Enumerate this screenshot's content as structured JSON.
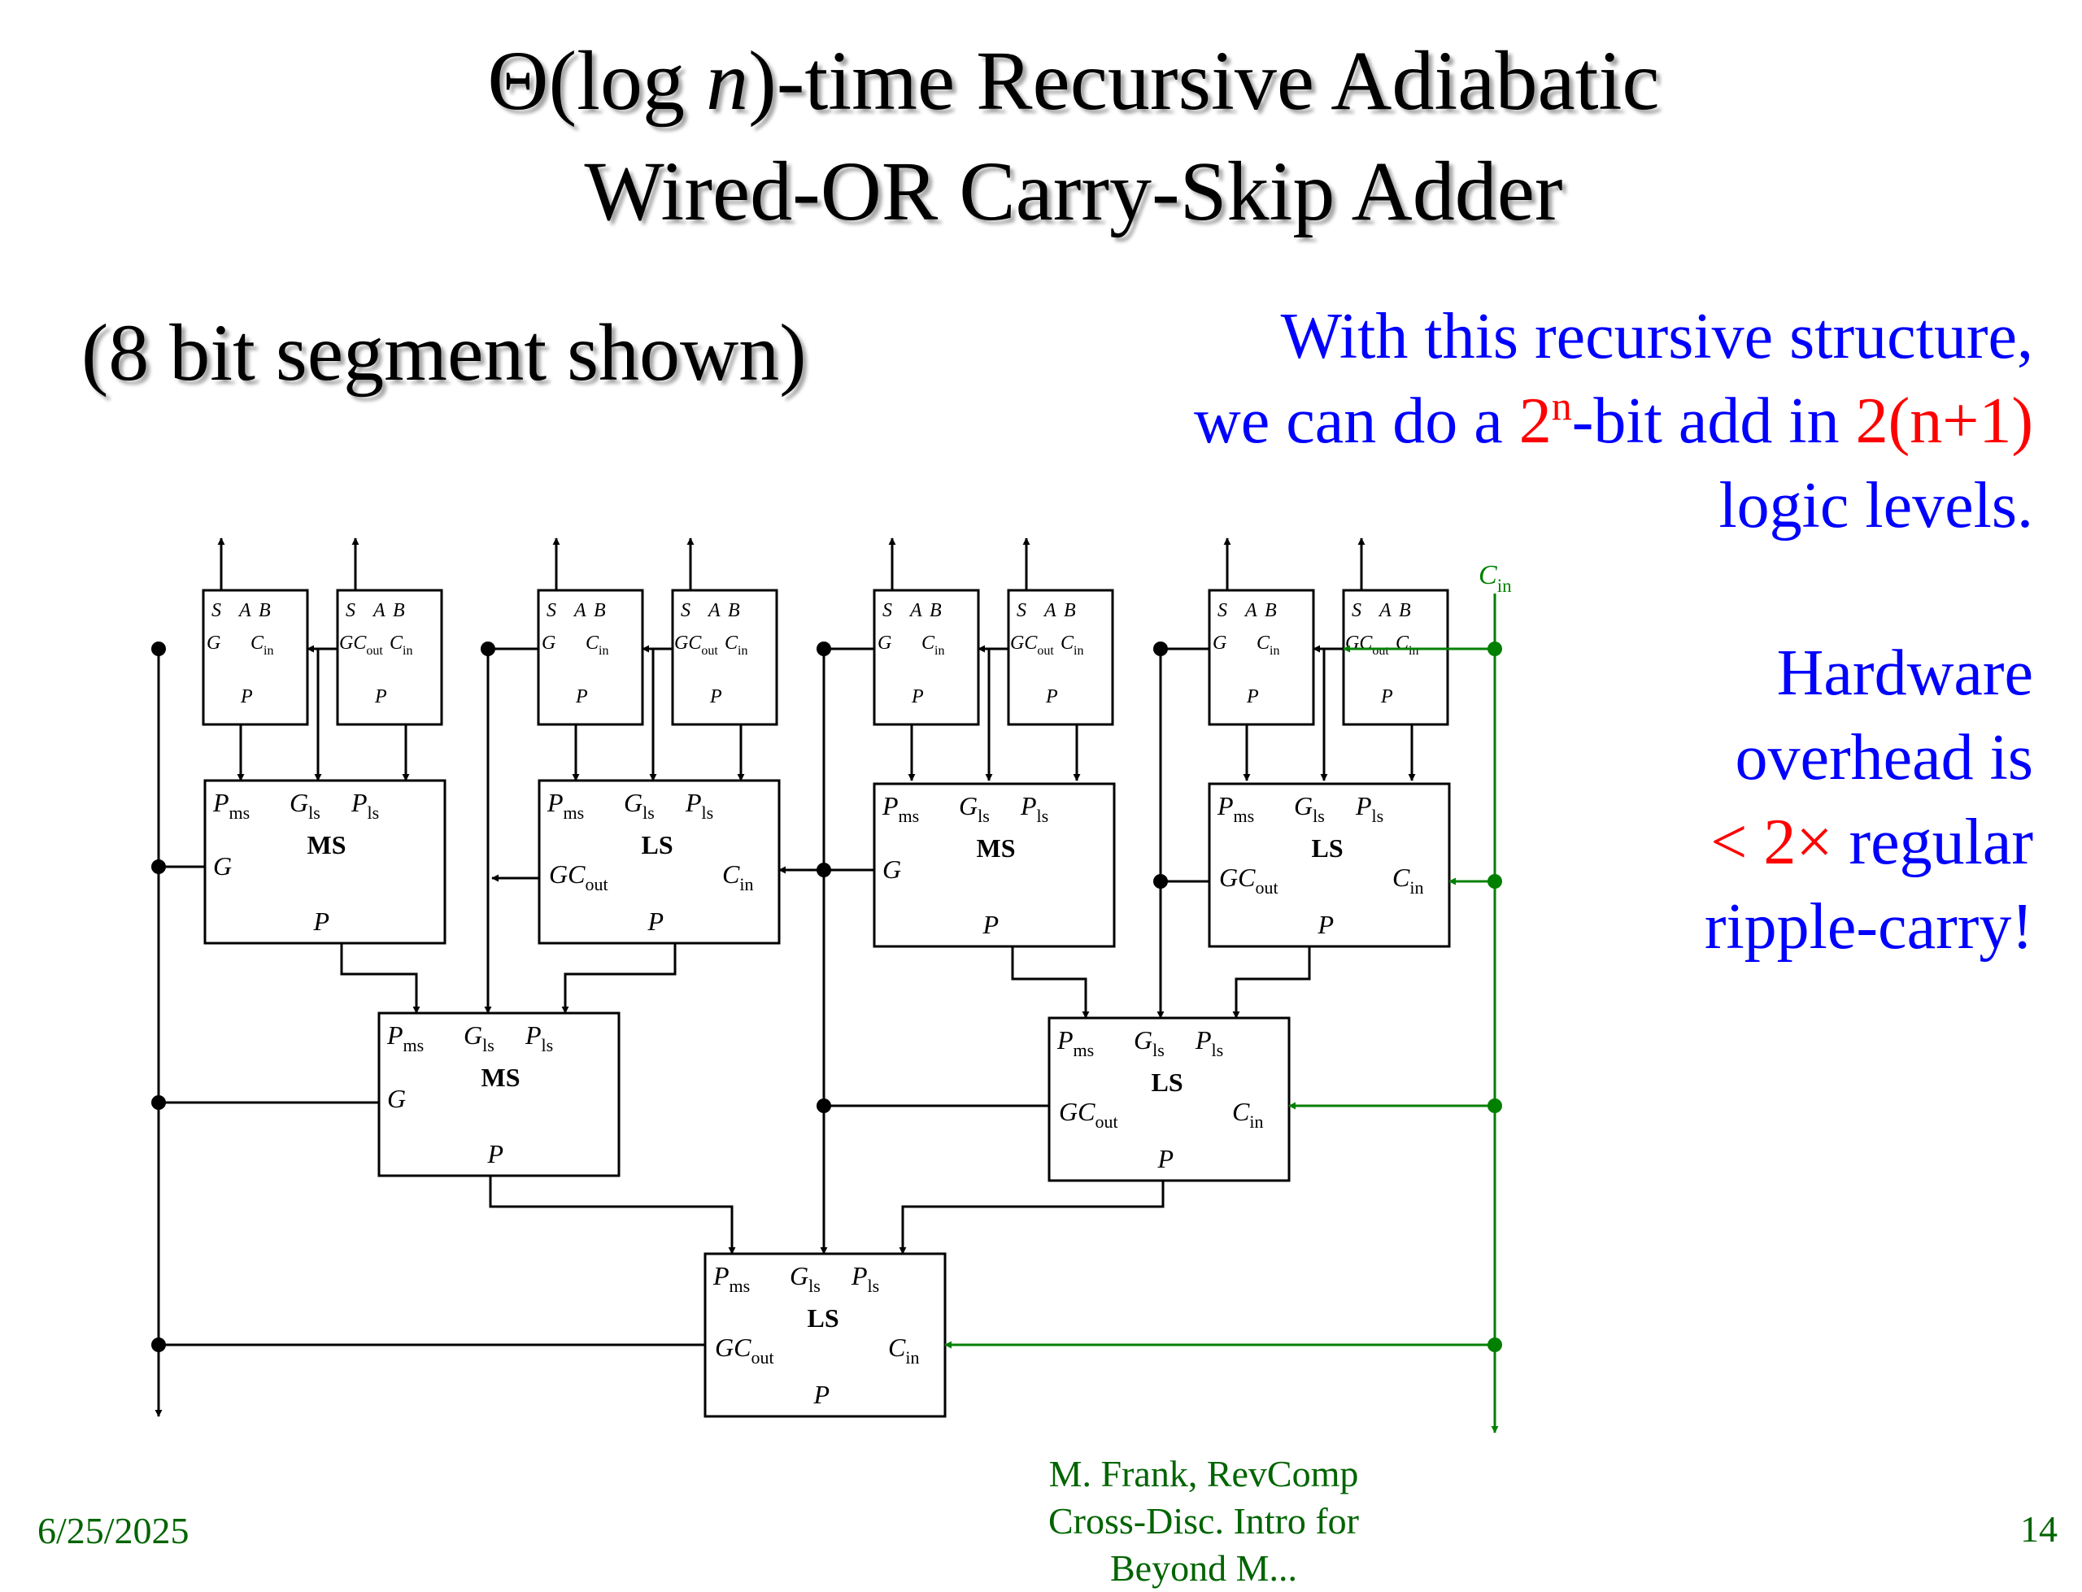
{
  "slide": {
    "title_line1_prefix": "Θ(log ",
    "title_line1_var": "n",
    "title_line1_suffix": ")-time Recursive Adiabatic",
    "title_line2": "Wired-OR Carry-Skip Adder",
    "subtitle": "(8 bit segment shown)"
  },
  "note_structure": {
    "line1": "With this recursive structure,",
    "line2_a": "we can do a ",
    "line2_b": "2",
    "line2_sup": "n",
    "line2_c": "-bit add in ",
    "line2_d": "2(n+1)",
    "line3": "logic levels."
  },
  "note_hardware": {
    "line1": "Hardware",
    "line2": "overhead is",
    "line3_red": "< 2×",
    "line3_rest": " regular",
    "line4": "ripple-carry!"
  },
  "footer": {
    "date": "6/25/2025",
    "author_line1": "M. Frank, RevComp",
    "author_line2": "Cross-Disc. Intro for",
    "author_line3": "Beyond M...",
    "page": "14"
  },
  "colors": {
    "text": "#000000",
    "note_blue": "#0000ff",
    "note_red": "#ff0000",
    "carry_green": "#008000",
    "footer_green": "#006400"
  },
  "diagram": {
    "cin_label": "Cin",
    "bit_cell_labels": {
      "s": "S",
      "a": "A",
      "b": "B",
      "g": "G",
      "gcout": "GCout",
      "cin": "Cin",
      "p": "P"
    },
    "block_labels": {
      "pms": "Pms",
      "gls": "Gls",
      "pls": "Pls",
      "g": "G",
      "gcout": "GCout",
      "cin": "Cin",
      "p": "P"
    },
    "level1_blocks": [
      "MS",
      "LS",
      "MS",
      "LS"
    ],
    "level2_blocks": [
      "MS",
      "LS"
    ],
    "level3_blocks": [
      "LS"
    ]
  }
}
